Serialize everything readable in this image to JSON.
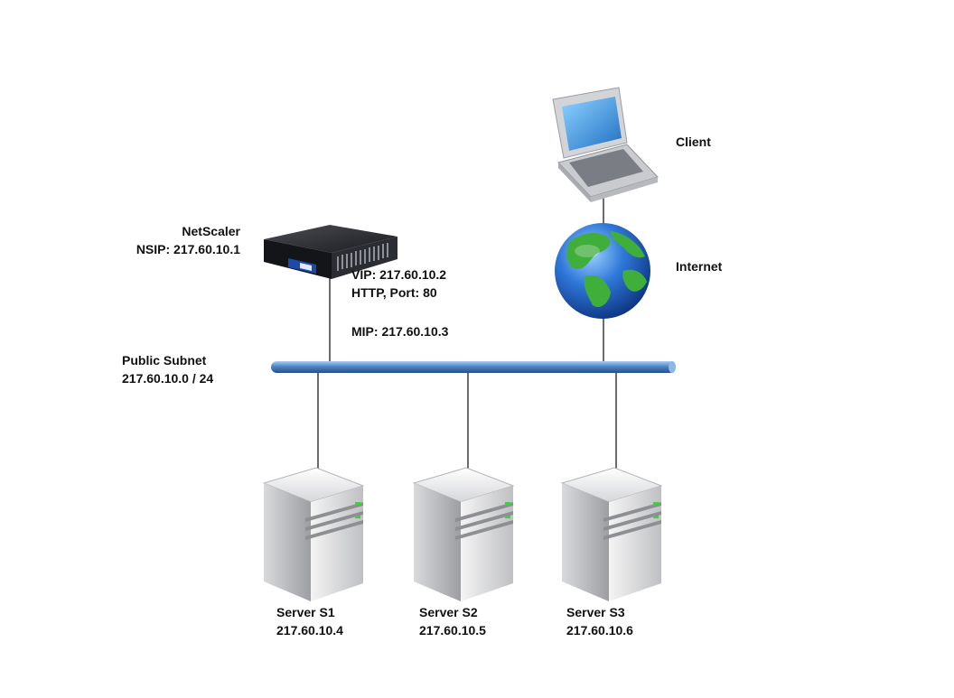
{
  "netscaler": {
    "name": "NetScaler",
    "nsip": "NSIP: 217.60.10.1",
    "vip": "VIP: 217.60.10.2",
    "service": "HTTP, Port: 80",
    "mip": "MIP: 217.60.10.3"
  },
  "client": {
    "label": "Client"
  },
  "internet": {
    "label": "Internet"
  },
  "subnet": {
    "label": "Public Subnet",
    "range": "217.60.10.0 / 24"
  },
  "servers": [
    {
      "name": "Server S1",
      "ip": "217.60.10.4"
    },
    {
      "name": "Server S2",
      "ip": "217.60.10.5"
    },
    {
      "name": "Server S3",
      "ip": "217.60.10.6"
    }
  ],
  "colors": {
    "subnet_bar": "#4f86c6",
    "link_line": "#3a3a3a",
    "globe_ocean": "#1d5fc8",
    "globe_land": "#3fae3a",
    "server_led": "#3bd23b"
  }
}
